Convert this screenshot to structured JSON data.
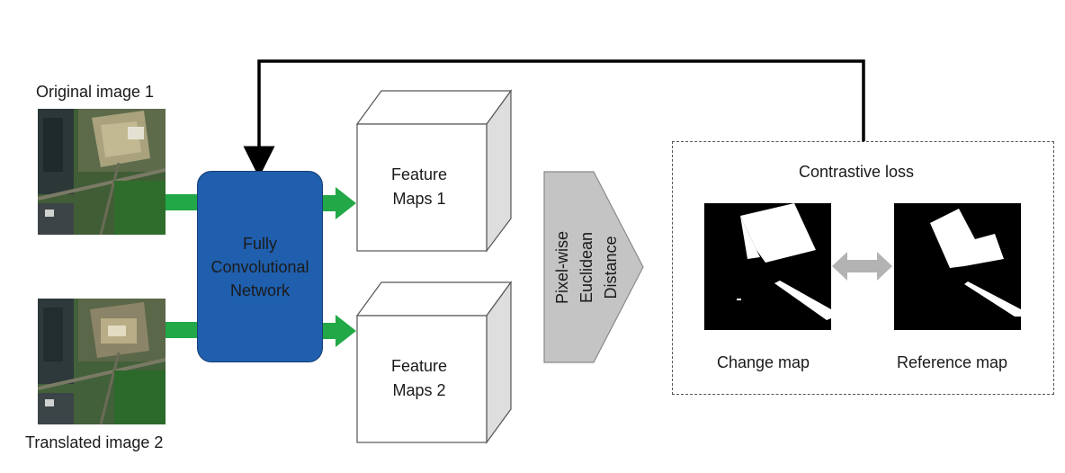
{
  "inputs": {
    "original_label": "Original image 1",
    "translated_label": "Translated image 2"
  },
  "network": {
    "line1": "Fully",
    "line2": "Convolutional",
    "line3": "Network",
    "color": "#1f5fad"
  },
  "features": {
    "map1_line1": "Feature",
    "map1_line2": "Maps 1",
    "map2_line1": "Feature",
    "map2_line2": "Maps 2"
  },
  "distance": {
    "line1": "Pixel-wise",
    "line2": "Euclidean",
    "line3": "Distance"
  },
  "loss": {
    "title": "Contrastive loss",
    "change_map_label": "Change map",
    "reference_map_label": "Reference map"
  },
  "colors": {
    "arrow_green": "#22a846",
    "compare_arrow": "#b3b3b3",
    "distance_fill": "#c4c4c4"
  }
}
